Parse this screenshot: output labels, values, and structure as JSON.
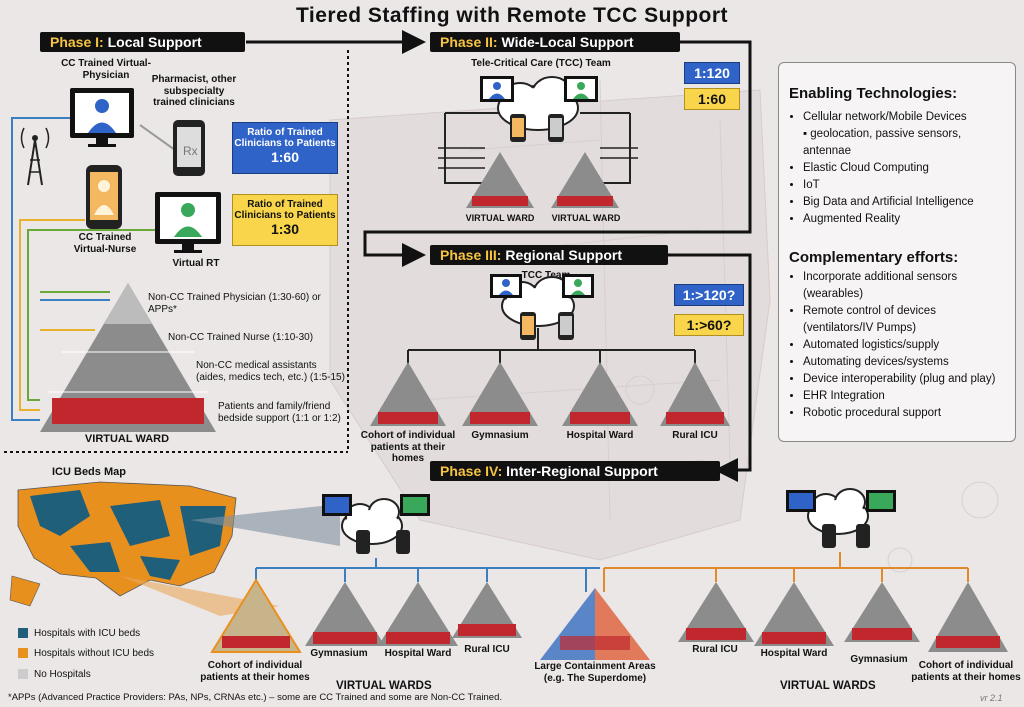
{
  "title": "Tiered Staffing with Remote TCC Support",
  "phases": {
    "p1": {
      "num": "Phase I:",
      "label": "Local Support"
    },
    "p2": {
      "num": "Phase II:",
      "label": "Wide-Local Support"
    },
    "p3": {
      "num": "Phase III:",
      "label": "Regional Support"
    },
    "p4": {
      "num": "Phase IV:",
      "label": "Inter-Regional Support"
    }
  },
  "phase1": {
    "virtual_physician": "CC Trained Virtual-Physician",
    "pharmacist": "Pharmacist, other subspecialty trained clinicians",
    "virtual_nurse": "CC Trained Virtual-Nurse",
    "virtual_rt": "Virtual RT",
    "ratio_blue_label": "Ratio of Trained Clinicians to Patients",
    "ratio_blue_value": "1:60",
    "ratio_yellow_label": "Ratio of Trained Clinicians to Patients",
    "ratio_yellow_value": "1:30",
    "tiers": [
      "Non-CC Trained Physician (1:30-60) or APPs*",
      "Non-CC Trained Nurse (1:10-30)",
      "Non-CC medical assistants (aides, medics tech, etc.) (1:5-15)",
      "Patients and family/friend bedside support (1:1 or 1:2)"
    ],
    "ward_label": "VIRTUAL WARD"
  },
  "phase2": {
    "team": "Tele-Critical Care (TCC) Team",
    "ratio_blue": "1:120",
    "ratio_yellow": "1:60",
    "wards": [
      "VIRTUAL WARD",
      "VIRTUAL WARD"
    ]
  },
  "phase3": {
    "team": "TCC Team",
    "ratio_blue": "1:>120?",
    "ratio_yellow": "1:>60?",
    "wards": [
      "Cohort of individual patients at their homes",
      "Gymnasium",
      "Hospital Ward",
      "Rural ICU"
    ]
  },
  "phase4": {
    "map_title": "ICU Beds Map",
    "legend": [
      {
        "label": "Hospitals with ICU beds",
        "color": "#1f5f7a"
      },
      {
        "label": "Hospitals without ICU beds",
        "color": "#e8901e"
      },
      {
        "label": "No Hospitals",
        "color": "#cccccc"
      }
    ],
    "left_wards": [
      "Cohort of individual patients at their homes",
      "Gymnasium",
      "Hospital Ward",
      "Rural ICU"
    ],
    "center_ward": "Large Containment Areas (e.g. The Superdome)",
    "right_wards": [
      "Rural ICU",
      "Hospital Ward",
      "Gymnasium",
      "Cohort of individual patients at their homes"
    ],
    "virtual_wards_left": "VIRTUAL WARDS",
    "virtual_wards_right": "VIRTUAL WARDS"
  },
  "panel": {
    "enabling_title": "Enabling Technologies:",
    "enabling": [
      "Cellular network/Mobile Devices",
      "geolocation, passive sensors, antennae",
      "Elastic Cloud Computing",
      "IoT",
      "Big Data and Artificial Intelligence",
      "Augmented Reality"
    ],
    "complementary_title": "Complementary efforts:",
    "complementary": [
      "Incorporate additional sensors (wearables)",
      "Remote control of devices (ventilators/IV Pumps)",
      "Automated logistics/supply",
      "Automating devices/systems",
      "Device interoperability (plug and play)",
      "EHR Integration",
      "Robotic procedural support"
    ]
  },
  "footnote": "*APPs (Advanced Practice Providers: PAs, NPs, CRNAs etc.) – some are CC Trained and some are Non-CC Trained.",
  "version": "vr 2.1",
  "colors": {
    "accent_blue": "#2f63c8",
    "accent_yellow": "#f8d54a",
    "ward_red": "#c0282d",
    "branch_blue": "#3a7fc1",
    "branch_orange": "#e08a2c"
  }
}
